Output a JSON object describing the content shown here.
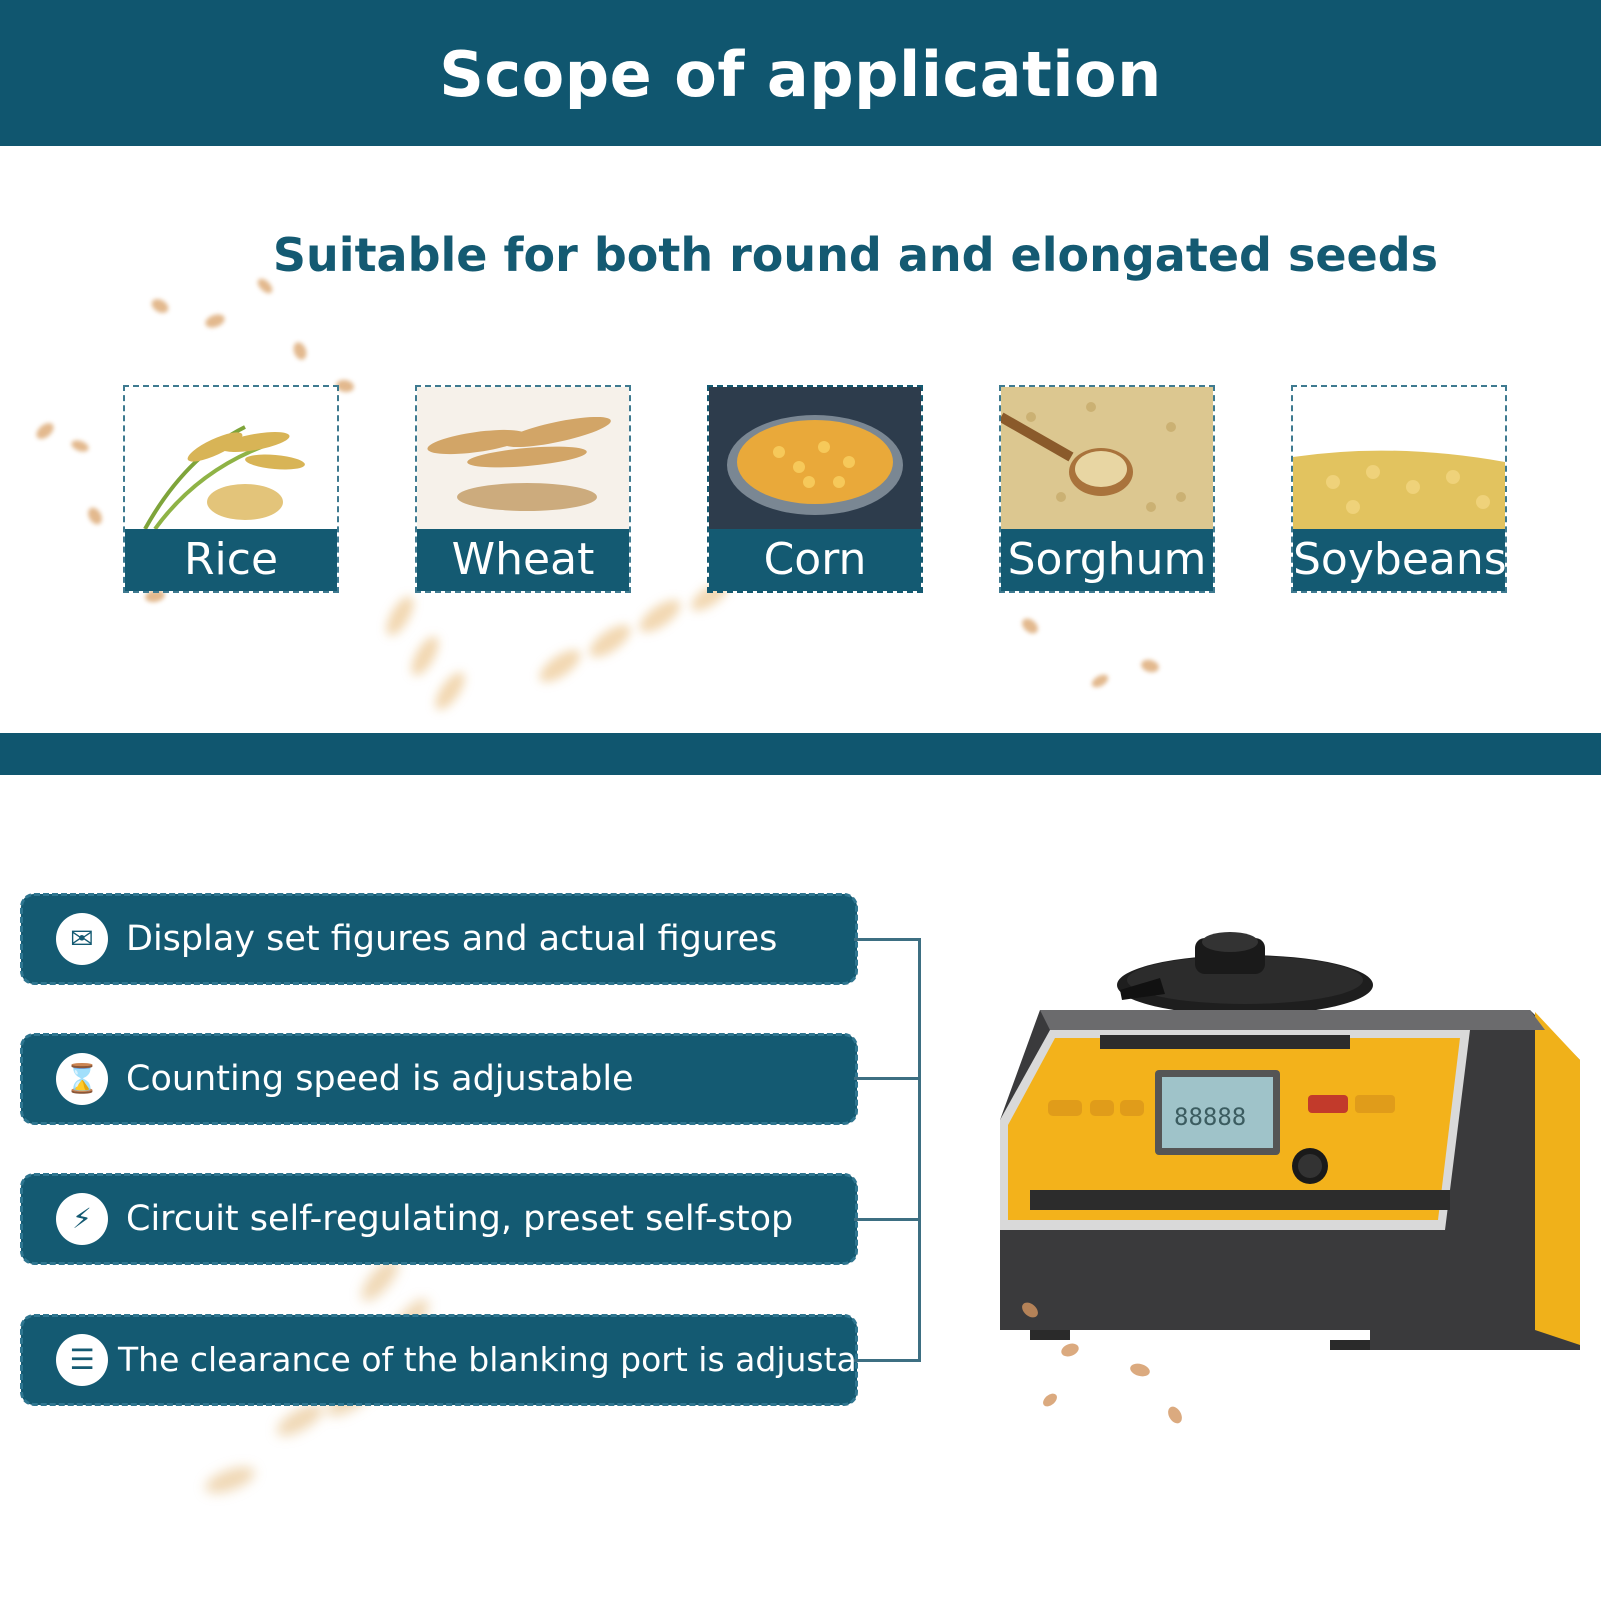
{
  "header": {
    "title": "Scope of application"
  },
  "subtitle": "Suitable for both round and elongated seeds",
  "seeds": [
    {
      "label": "Rice"
    },
    {
      "label": "Wheat"
    },
    {
      "label": "Corn"
    },
    {
      "label": "Sorghum"
    },
    {
      "label": "Soybeans"
    }
  ],
  "features": [
    {
      "label": "Display set figures and actual figures",
      "icon": "display-chat-icon"
    },
    {
      "label": "Counting speed is adjustable",
      "icon": "hourglass-icon"
    },
    {
      "label": "Circuit self-regulating, preset self-stop",
      "icon": "lightning-icon"
    },
    {
      "label": "The clearance of the blanking port is adjustable",
      "icon": "layers-icon"
    }
  ],
  "colors": {
    "brand": "#10566f",
    "label_bg": "#145a72",
    "machine_yellow": "#f2b418"
  }
}
